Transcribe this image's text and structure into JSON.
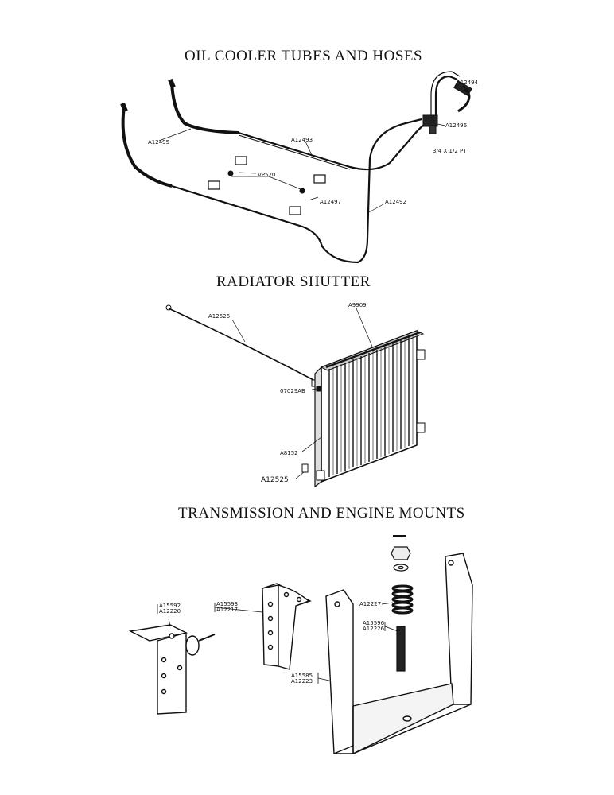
{
  "titles": {
    "oil_cooler": "OIL COOLER TUBES AND HOSES",
    "radiator": "RADIATOR  SHUTTER",
    "mounts": "TRANSMISSION AND ENGINE MOUNTS"
  },
  "oil_labels": {
    "a12495": "A12495",
    "a12493": "A12493",
    "vp520": "VP520",
    "a12497": "A12497",
    "a12492": "A12492",
    "a12494": "A12494",
    "a12496": "A12496",
    "pipe": "3/4 X 1/2 PT"
  },
  "radiator_labels": {
    "a12526": "A12526",
    "a9909": "A9909",
    "o7029ab": "07029AB",
    "a8152": "A8152",
    "a12525": "A12525"
  },
  "mount_labels": {
    "a15592": "A15592",
    "a12220": "A12220",
    "a15593": "A15593",
    "a12217": "A12217",
    "a12227": "A12227",
    "a15596": "A15596",
    "a12226": "A12226",
    "a15585": "A15585",
    "a12223": "A12223"
  }
}
